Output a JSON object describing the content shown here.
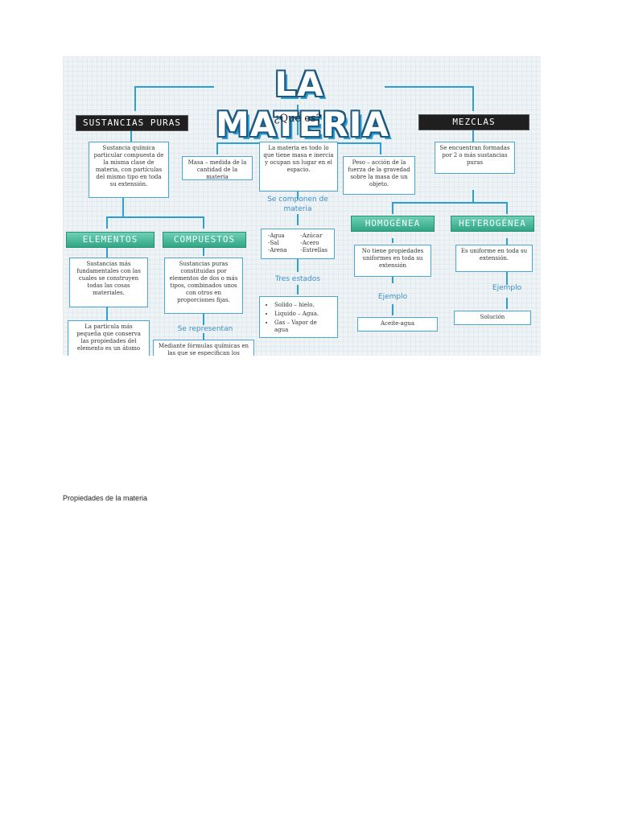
{
  "map": {
    "title": "LA MATERIA",
    "question": "¿Qué es?",
    "sustancias_puras": "SUSTANCIAS PURAS",
    "mezclas": "MEZCLAS",
    "sustancias_def": "Sustancia química particular compuesta de la misma clase de materia, con partículas del mismo tipo en toda su extensión.",
    "masa": "Masa – medida de la cantidad de la materia",
    "materia_def": "La materia es todo lo que tiene masa e inercia y ocupan un lugar en el espacio.",
    "peso": "Peso – acción de la fuerza de la gravedad sobre la masa de un objeto.",
    "mezclas_def": "Se encuentran formadas por 2 o más sustancias puras",
    "elementos": "ELEMENTOS",
    "compuestos": "COMPUESTOS",
    "se_componen": "Se componen de materia",
    "homogenea": "HOMOGÉNEA",
    "heterogenea": "HETEROGÉNEA",
    "elementos_def": "Sustancias más fundamentales con las cuales se construyen todas las cosas materiales.",
    "compuestos_def": "Sustancias puras constituidas por elementos de dos o más tipos, combinados unos con otros en proporciones fijas.",
    "ejemplos_col1": "-Agua\n-Sal\n-Arena",
    "ejemplos_col2": "-Azúcar\n-Acero\n-Estrellas",
    "homogenea_def": "No tiene propiedades uniformes en toda su extensión",
    "heterogenea_def": "Es uniforme en toda su extensión.",
    "tres_estados": "Tres estados",
    "estado_1": "Solido – hielo.",
    "estado_2": "Liquido – Agua.",
    "estado_3": "Gas – Vapor de agua",
    "ejemplo_homo": "Ejemplo",
    "ejemplo_hetero": "Ejemplo",
    "aceite": "Aceite-agua",
    "solucion": "Solución",
    "particula": "La partícula más pequeña que conserva las propiedades del elemento es un átomo",
    "se_representan": "Se representan",
    "mediante": "Mediante fórmulas químicas en las que se especifican los"
  },
  "caption": "Propiedades de la materia"
}
